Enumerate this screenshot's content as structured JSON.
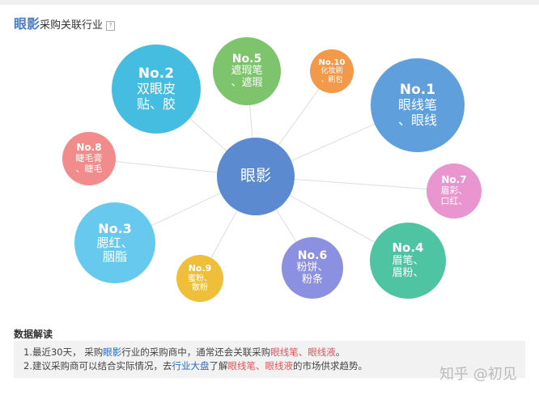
{
  "header": {
    "keyword": "眼影",
    "title": "采购关联行业",
    "help": "?"
  },
  "center": {
    "label": "眼影",
    "color": "#5b8ad0"
  },
  "bubbles": [
    {
      "rank": "No.1",
      "l1": "眼线笔",
      "l2": "、眼线",
      "color": "#5fa0dc"
    },
    {
      "rank": "No.2",
      "l1": "双眼皮",
      "l2": "贴、胶",
      "color": "#45bde0"
    },
    {
      "rank": "No.3",
      "l1": "腮红、",
      "l2": "胭脂",
      "color": "#68c9ef"
    },
    {
      "rank": "No.4",
      "l1": "眉笔、",
      "l2": "眉粉、",
      "color": "#4fc4a3"
    },
    {
      "rank": "No.5",
      "l1": "遮瑕笔",
      "l2": "、遮瑕",
      "color": "#7dc46c"
    },
    {
      "rank": "No.6",
      "l1": "粉饼、",
      "l2": "粉条",
      "color": "#8c90e0"
    },
    {
      "rank": "No.7",
      "l1": "眉彩、",
      "l2": "口红、",
      "color": "#e996d0"
    },
    {
      "rank": "No.8",
      "l1": "睫毛膏",
      "l2": "、睫毛",
      "color": "#f28b8b"
    },
    {
      "rank": "No.9",
      "l1": "蜜粉、",
      "l2": "散粉",
      "color": "#f0bf3a"
    },
    {
      "rank": "No.10",
      "l1": "化妆刷",
      "l2": "、刷包",
      "color": "#f2994a"
    }
  ],
  "analysis": {
    "title": "数据解读",
    "line1": {
      "a": "1.最近30天， 采购",
      "kw": "眼影",
      "b": "行业的采购商中，通常还会关联采购",
      "r": "眼线笔、眼线液",
      "c": "。"
    },
    "line2": {
      "a": "2.建议采购商可以结合实际情况，去",
      "link": "行业大盘",
      "b": "了解",
      "r": "眼线笔、眼线液",
      "c": "的市场供求趋势。"
    }
  },
  "watermark": "知乎 @初见"
}
